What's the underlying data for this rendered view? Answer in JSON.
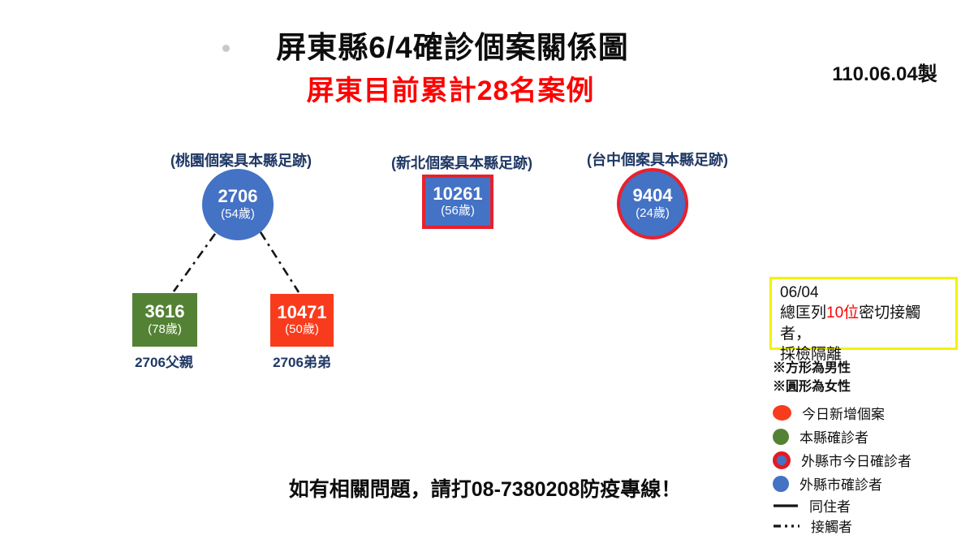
{
  "header": {
    "title": "屏東縣6/4確診個案關係圖",
    "subtitle": "屏東目前累計28名案例",
    "date_label": "110.06.04製"
  },
  "groups": [
    {
      "label": "(桃園個案具本縣足跡)"
    },
    {
      "label": "(新北個案具本縣足跡)"
    },
    {
      "label": "(台中個案具本縣足跡)"
    }
  ],
  "nodes": [
    {
      "id": "2706",
      "age": "(54歲)",
      "shape": "circle",
      "fill": "blue",
      "ring": "none"
    },
    {
      "id": "3616",
      "age": "(78歲)",
      "shape": "square",
      "fill": "green",
      "ring": "none",
      "caption": "2706父親"
    },
    {
      "id": "10471",
      "age": "(50歲)",
      "shape": "square",
      "fill": "red",
      "ring": "none",
      "caption": "2706弟弟"
    },
    {
      "id": "10261",
      "age": "(56歲)",
      "shape": "square",
      "fill": "blue",
      "ring": "red"
    },
    {
      "id": "9404",
      "age": "(24歲)",
      "shape": "circle",
      "fill": "blue",
      "ring": "red"
    }
  ],
  "connections": [
    {
      "from": "2706",
      "to": "3616",
      "style": "dash-dot",
      "meaning": "接觸者"
    },
    {
      "from": "2706",
      "to": "10471",
      "style": "dash-dot",
      "meaning": "接觸者"
    }
  ],
  "note": {
    "line1": "06/04",
    "line2": {
      "pre": "總匡列",
      "highlight": "10位",
      "post": "密切接觸者，"
    },
    "line3": "採檢隔離"
  },
  "legend": {
    "shape_notes": [
      "※方形為男性",
      "※圓形為女性"
    ],
    "items": [
      {
        "label": "今日新增個案",
        "swatch": "red-circle"
      },
      {
        "label": "本縣確診者",
        "swatch": "green-circle"
      },
      {
        "label": "外縣市今日確診者",
        "swatch": "blue-circle-red-border"
      },
      {
        "label": "外縣市確診者",
        "swatch": "blue-circle"
      },
      {
        "label": "同住者",
        "swatch": "solid-line"
      },
      {
        "label": "接觸者",
        "swatch": "dash-dot-line"
      }
    ]
  },
  "footer": {
    "helpline": "如有相關問題，請打08-7380208防疫專線！"
  },
  "colors": {
    "node_blue": "#4472C4",
    "node_green": "#548235",
    "node_red": "#F93B1D",
    "ring_red": "#E8212D",
    "label_navy": "#1F3864",
    "note_border_yellow": "#F3F300",
    "subtitle_red": "#FE0000",
    "highlight_red": "#FF0000"
  }
}
